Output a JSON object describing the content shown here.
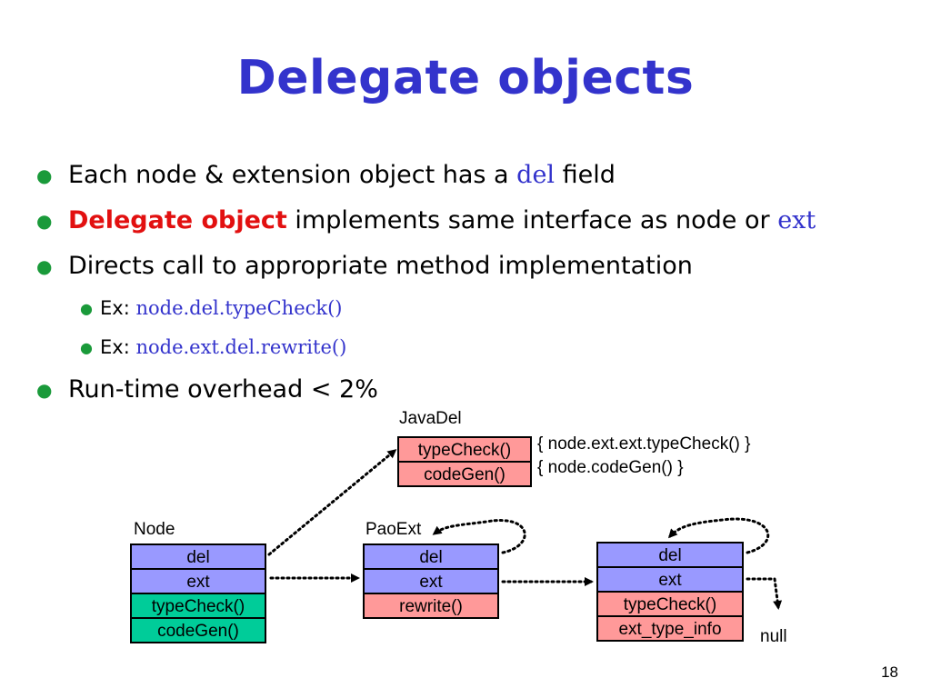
{
  "slide": {
    "title": "Delegate objects",
    "page_number": "18"
  },
  "bullets": [
    {
      "parts": [
        "Each node & extension object has a ",
        "del",
        " field"
      ]
    },
    {
      "parts": [
        "Delegate object",
        " implements same interface as node or ",
        "ext"
      ]
    },
    {
      "parts": [
        "Directs call to appropriate method implementation"
      ]
    },
    {
      "parts": [
        "Ex: ",
        "node.del.typeCheck()"
      ]
    },
    {
      "parts": [
        "Ex: ",
        "node.ext.del.rewrite()"
      ]
    },
    {
      "parts": [
        "Run-time overhead < 2%"
      ]
    }
  ],
  "diagram": {
    "javadel": {
      "label": "JavaDel",
      "cells": [
        "typeCheck()",
        "codeGen()"
      ],
      "notes": [
        "{ node.ext.ext.typeCheck() }",
        "{ node.codeGen() }"
      ]
    },
    "node": {
      "label": "Node",
      "cells": [
        "del",
        "ext",
        "typeCheck()",
        "codeGen()"
      ]
    },
    "paoext": {
      "label": "PaoExt",
      "cells": [
        "del",
        "ext",
        "rewrite()"
      ]
    },
    "ext3": {
      "cells": [
        "del",
        "ext",
        "typeCheck()",
        "ext_type_info"
      ]
    },
    "null_label": "null"
  },
  "colors": {
    "title": "#3333cc",
    "bullet": "#1a9a3a",
    "highlight": "#e21010",
    "code": "#3333cc",
    "field_cell": "#9999ff",
    "delegate_cell": "#ff9999",
    "method_cell": "#00cc99"
  }
}
